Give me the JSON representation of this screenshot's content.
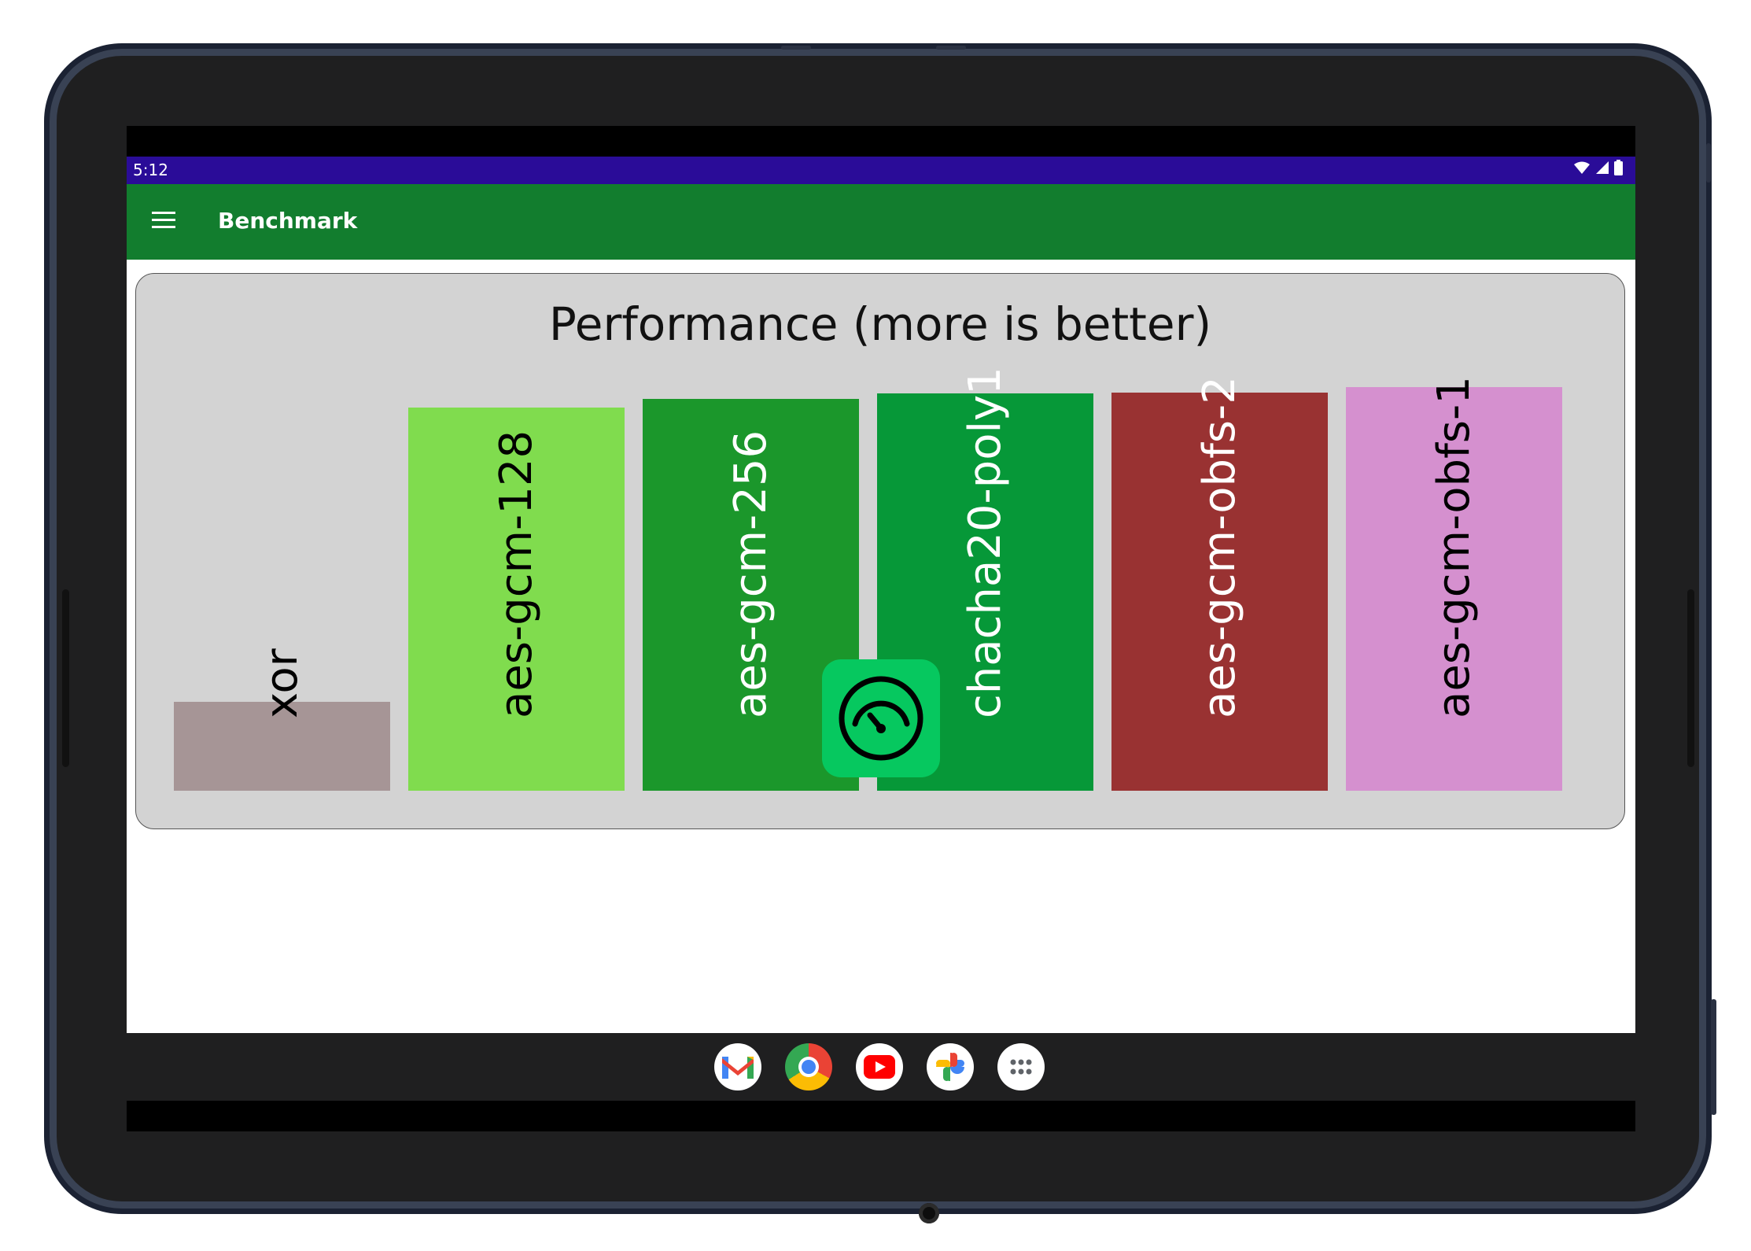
{
  "status_bar": {
    "time": "5:12"
  },
  "app_bar": {
    "title": "Benchmark"
  },
  "chart_data": {
    "type": "bar",
    "title": "Performance (more is better)",
    "xlabel": "",
    "ylabel": "",
    "categories": [
      "xor",
      "aes-gcm-128",
      "aes-gcm-256",
      "chacha20-poly1",
      "aes-gcm-obfs-2",
      "aes-gcm-obfs-1"
    ],
    "values": [
      22,
      95,
      97,
      98.5,
      98.7,
      100
    ],
    "colors": [
      "#a69596",
      "#80dc4e",
      "#1b972b",
      "#069838",
      "#993232",
      "#d590cf"
    ],
    "label_colors": [
      "#000000",
      "#000000",
      "#ffffff",
      "#ffffff",
      "#ffffff",
      "#000000"
    ],
    "ylim": [
      0,
      100
    ],
    "grid": false,
    "legend": "none"
  },
  "benchmark_button": {
    "icon": "speedometer-icon",
    "color": "#06c85f"
  },
  "dock": {
    "apps": [
      {
        "name": "gmail-icon"
      },
      {
        "name": "chrome-icon"
      },
      {
        "name": "youtube-icon"
      },
      {
        "name": "photos-icon"
      },
      {
        "name": "app-drawer-icon"
      }
    ]
  }
}
